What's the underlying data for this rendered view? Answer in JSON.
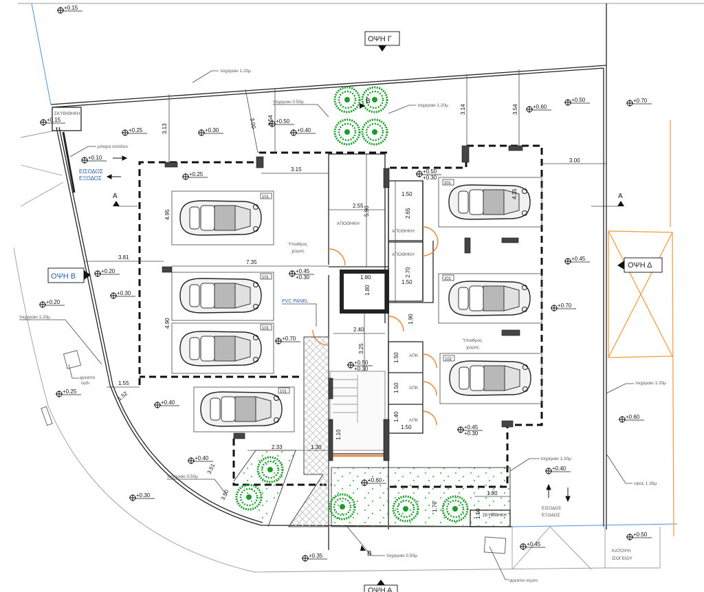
{
  "views": {
    "g": "ΟΨΗ Γ",
    "b": "ΟΨΗ Β",
    "d": "ΟΨΗ Δ",
    "a": "ΟΨΗ Α"
  },
  "sections": {
    "a": "A",
    "b": "B"
  },
  "elevations": [
    "+0.15",
    "+0.15",
    "+0.25",
    "+0.30",
    "+0.50",
    "+0.40",
    "+0.10",
    "+0.25",
    "+0.50",
    "+0.30",
    "+0.60",
    "+0.50",
    "+0.70",
    "+0.20",
    "+0.30",
    "+0.45",
    "+0.30",
    "+0.20",
    "+0.70",
    "+0.45",
    "+0.70",
    "+0.50",
    "+0.30",
    "+0.25",
    "+0.40",
    "+0.60",
    "+0.45",
    "+0.30",
    "+0.40",
    "+0.30",
    "+0.60",
    "+0.40",
    "+0.35",
    "+0.45",
    "+0.50"
  ],
  "notes": {
    "wall120_top": "τοιχαρακι 1.20μ",
    "wall050_top": "τοιχαρακι 0.50μ",
    "wall120_trees": "τοιχαρακι 1.20μ",
    "barrier": "μπαρα εισοδου",
    "entrance": "ΕΙΣΟΔΟΣ",
    "exit": "ΕΞΟΔΟΣ",
    "storage_nw": "ΣΚΥΒ/ΘΗΚΗ",
    "wall120_west": "τοιχαρακι 1.20μ",
    "manhole1": "φρεατιο",
    "manhole2": "ογδι",
    "wall050_sw": "τοιχαρακι 0.50μ",
    "wall120_se": "τοιχαρακι 1.20μ",
    "wall120_east": "τοιχαρακι 1.20μ",
    "height130": "υψος 1.30μ",
    "entrance2": "ΕΙΣΟΔΟΣ",
    "exit2": "ΕΞΟΔΟΣ",
    "storage_se": "ΣΚΥΒ/ΘΗΚΗ",
    "wall050_bottom": "τοιχαρακι 0.50μ",
    "water_manhole": "φρεατιο νερου",
    "plan_title1": "ΚΑΤΟΨΗ",
    "plan_title2": "ΙΣΟΓΕΙΟΥ",
    "pvc": "PVC PANEL",
    "open_space1a": "Ύπαιθρος",
    "open_space1b": "χώρος",
    "open_space2a": "Ύπαιθρος",
    "open_space2b": "χώρος"
  },
  "rooms": {
    "storage1": "ΑΠΟΘΗΚΗ",
    "storage2": "ΑΠΟΘΗΚΗ",
    "storage3": "ΑΠΟΘΗΚΗ",
    "apk1": "ΑΠΚ",
    "apk2": "ΑΠΚ",
    "apk3": "ΑΠΚ"
  },
  "parking_tags": [
    "101",
    "101",
    "101",
    "101",
    "201",
    "201",
    "102"
  ],
  "dimensions": [
    "3.13",
    "3.00",
    "3.54",
    "3.15",
    "3.14",
    "3.54",
    "3.00",
    "4.95",
    "2.55",
    "5.90",
    "1.50",
    "2.65",
    "3.81",
    "7.35",
    "1.80",
    "1.80",
    "2.70",
    "1.50",
    "2.40",
    "1.90",
    "4.90",
    "3.25",
    "1.50",
    "1.50",
    "1.40",
    "1.50",
    "1.55",
    "1.52",
    "2.33",
    "1.30",
    "3.51",
    "3.50",
    "1.10",
    "1.76",
    "1.80",
    "1.50",
    "4.35"
  ],
  "colors": {
    "tree": "#1a9c2a",
    "door": "#f08030",
    "boundary": "#4a90e0",
    "neighbor": "#f0a040"
  }
}
